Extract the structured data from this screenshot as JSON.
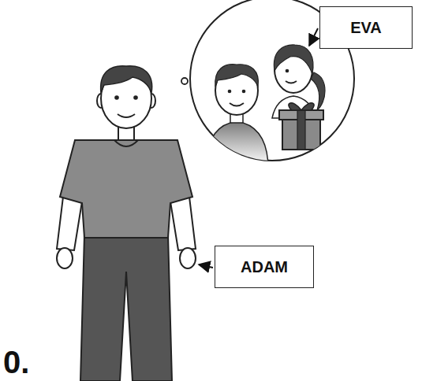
{
  "diagram": {
    "nodes": [
      {
        "text": [
          "EVA"
        ]
      },
      {
        "text": [
          "ADAM"
        ]
      }
    ],
    "labels": [
      "0."
    ]
  }
}
